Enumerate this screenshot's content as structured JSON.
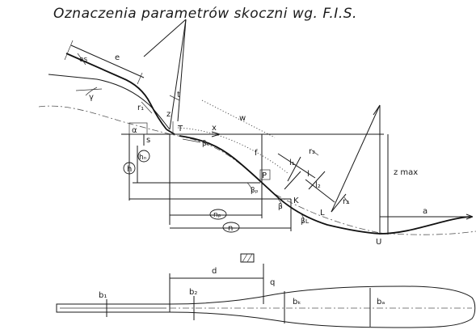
{
  "title": "Oznaczenia parametrów skoczni wg. F.I.S.",
  "labels": {
    "e": "e",
    "es": "es",
    "gamma": "γ",
    "r1": "r₁",
    "t": "t",
    "z": "z",
    "T": "T",
    "w": "w",
    "alpha": "α",
    "x": "x",
    "s": "s",
    "beta0": "β₀",
    "hn": "hₙ",
    "h": "h",
    "f": "f",
    "l1": "l₁",
    "l2": "l₂",
    "r2": "r₂",
    "l": "l",
    "zmax": "z max",
    "P": "P",
    "betaP": "βₚ",
    "K": "K",
    "beta": "β",
    "r3": "r₂",
    "L": "L",
    "betaL": "βʟ",
    "np": "nₚ",
    "n": "n",
    "a": "a",
    "U": "U",
    "d": "d",
    "q": "q",
    "b1": "b₁",
    "b2": "b₂",
    "bk": "bₖ",
    "bA": "bₐ"
  }
}
